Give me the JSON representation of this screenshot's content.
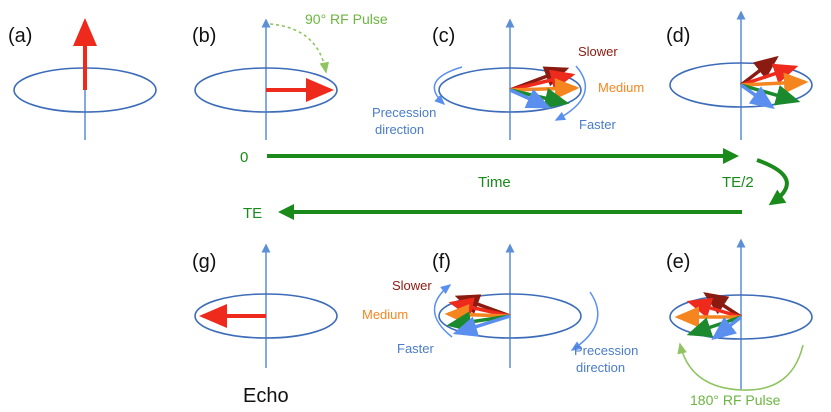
{
  "colors": {
    "axis": "#5b8fd6",
    "ellipse": "#3d6cb9",
    "red": "#ee2a1d",
    "dark_red": "#8b1a10",
    "orange": "#f5861f",
    "green": "#1b8a2e",
    "blue": "#5a8ff0",
    "timeline": "#1a8a1a",
    "rf_green": "#8fc461",
    "label_blue": "#4a7cc9"
  },
  "panels": [
    {
      "id": "a",
      "label": "(a)"
    },
    {
      "id": "b",
      "label": "(b)"
    },
    {
      "id": "c",
      "label": "(c)"
    },
    {
      "id": "d",
      "label": "(d)"
    },
    {
      "id": "e",
      "label": "(e)"
    },
    {
      "id": "f",
      "label": "(f)"
    },
    {
      "id": "g",
      "label": "(g)"
    }
  ],
  "annotations": {
    "rf_pulse_90": "90° RF Pulse",
    "rf_pulse_180": "180° RF Pulse",
    "slower": "Slower",
    "medium": "Medium",
    "faster": "Faster",
    "precession_line1": "Precession",
    "precession_line2": "direction",
    "echo": "Echo"
  },
  "timeline": {
    "start": "0",
    "time": "Time",
    "half_te": "TE/2",
    "te": "TE"
  }
}
